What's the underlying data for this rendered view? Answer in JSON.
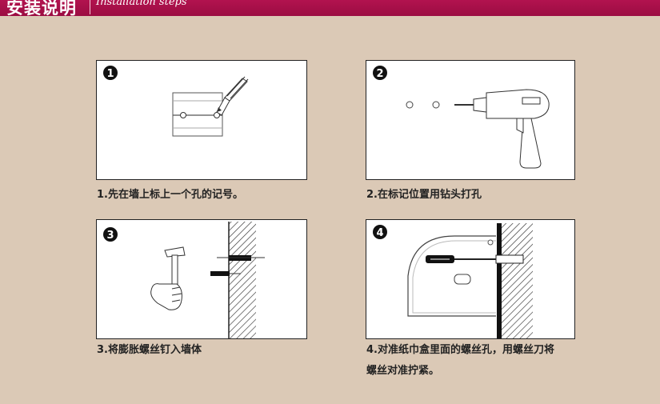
{
  "header": {
    "title": "安装说明",
    "subtitle": "Installation steps"
  },
  "steps": [
    {
      "badge": "1",
      "caption": "1.先在墙上标上一个孔的记号。"
    },
    {
      "badge": "2",
      "caption": "2.在标记位置用钻头打孔"
    },
    {
      "badge": "3",
      "caption": "3.将膨胀螺丝钉入墙体"
    },
    {
      "badge": "4",
      "caption_line1": "4.对准纸巾盒里面的螺丝孔，用螺丝刀将",
      "caption_line2": "螺丝对准拧紧。"
    }
  ],
  "colors": {
    "header": "#a50f47",
    "background": "#dbc9b6",
    "panel": "#ffffff"
  }
}
